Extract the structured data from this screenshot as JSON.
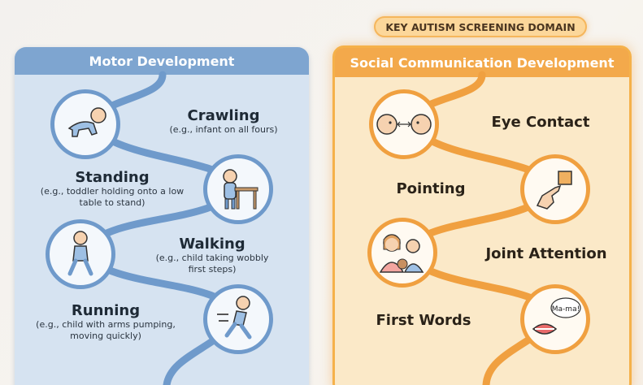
{
  "badge": "KEY AUTISM SCREENING DOMAIN",
  "motor": {
    "title": "Motor Development",
    "items": [
      {
        "title": "Crawling",
        "desc": "(e.g., infant on all fours)",
        "icon": "crawling-baby-icon"
      },
      {
        "title": "Standing",
        "desc": "(e.g., toddler holding onto a low table to stand)",
        "icon": "standing-toddler-icon"
      },
      {
        "title": "Walking",
        "desc": "(e.g., child taking wobbly first steps)",
        "icon": "walking-child-icon"
      },
      {
        "title": "Running",
        "desc": "(e.g., child with arms pumping, moving quickly)",
        "icon": "running-child-icon"
      }
    ]
  },
  "social": {
    "title": "Social Communication Development",
    "items": [
      {
        "title": "Eye Contact",
        "icon": "eye-contact-faces-icon"
      },
      {
        "title": "Pointing",
        "icon": "pointing-hand-icon"
      },
      {
        "title": "Joint Attention",
        "icon": "parent-child-toy-icon"
      },
      {
        "title": "First Words",
        "icon": "mouth-speech-icon",
        "speech": "Ma-ma!"
      }
    ]
  },
  "colors": {
    "motor_accent": "#6f9acb",
    "social_accent": "#f0a040"
  }
}
